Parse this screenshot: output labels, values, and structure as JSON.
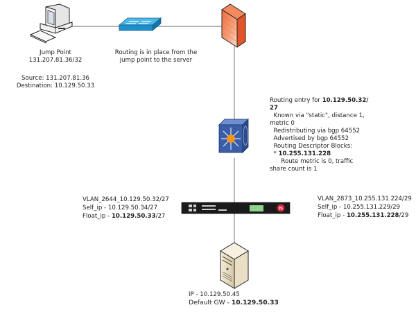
{
  "jump_point": {
    "name": "Jump Point",
    "subnet": "131.207.81.36/32",
    "source_label": "Source:",
    "source": "131.207.81.36",
    "destination_label": "Destination:",
    "destination": "10.129.50.33"
  },
  "routing_note": {
    "line1": "Routing is in place from the",
    "line2": "jump point to the server"
  },
  "routing_entry": {
    "line1_prefix": "Routing entry for ",
    "line1_bold": "10.129.50.32/",
    "line2_bold": "27",
    "line3": "  Known via \"static\", distance 1,",
    "line4": "metric 0",
    "line5": "  Redistributing via bgp 64552",
    "line6": "  Advertised by bgp 64552",
    "line7": "  Routing Descriptor Blocks:",
    "line8_prefix": "  * ",
    "line8_bold": "10.255.131.228",
    "line9": "      Route metric is 0, traffic",
    "line10": "share count is 1"
  },
  "vlan_left": {
    "vlan": "VLAN_2644_10.129.50.32/27",
    "self_ip": "Self_ip - 10.129.50.34/27",
    "float_prefix": "Float_ip - ",
    "float_bold": "10.129.50.33",
    "float_suffix": "/27"
  },
  "vlan_right": {
    "vlan": "VLAN_2873_10.255.131.224/29",
    "self_ip": "Self_ip - 10.255.131.229/29",
    "float_prefix": "Float_ip - ",
    "float_bold": "10.255.131.228",
    "float_suffix": "/29"
  },
  "server": {
    "ip": "IP - 10.129.50.45",
    "gw_prefix": "Default GW - ",
    "gw_bold": "10.129.50.33"
  },
  "icons": {
    "workstation": "workstation-icon",
    "switch": "switch-icon",
    "firewall": "firewall-icon",
    "router": "layer3-switch-icon",
    "load_balancer": "f5-load-balancer-icon",
    "server": "server-icon"
  },
  "colors": {
    "line": "#8a8a8a",
    "switch_blue": "#2a9fd8",
    "firewall_orange": "#f07a4e",
    "router_blue": "#3a5fa8",
    "router_orange": "#f7941d",
    "lb_body": "#1a1a1a",
    "lb_display": "#8fd18f",
    "f5_red": "#d6243a",
    "server_beige": "#e8dcc0"
  }
}
